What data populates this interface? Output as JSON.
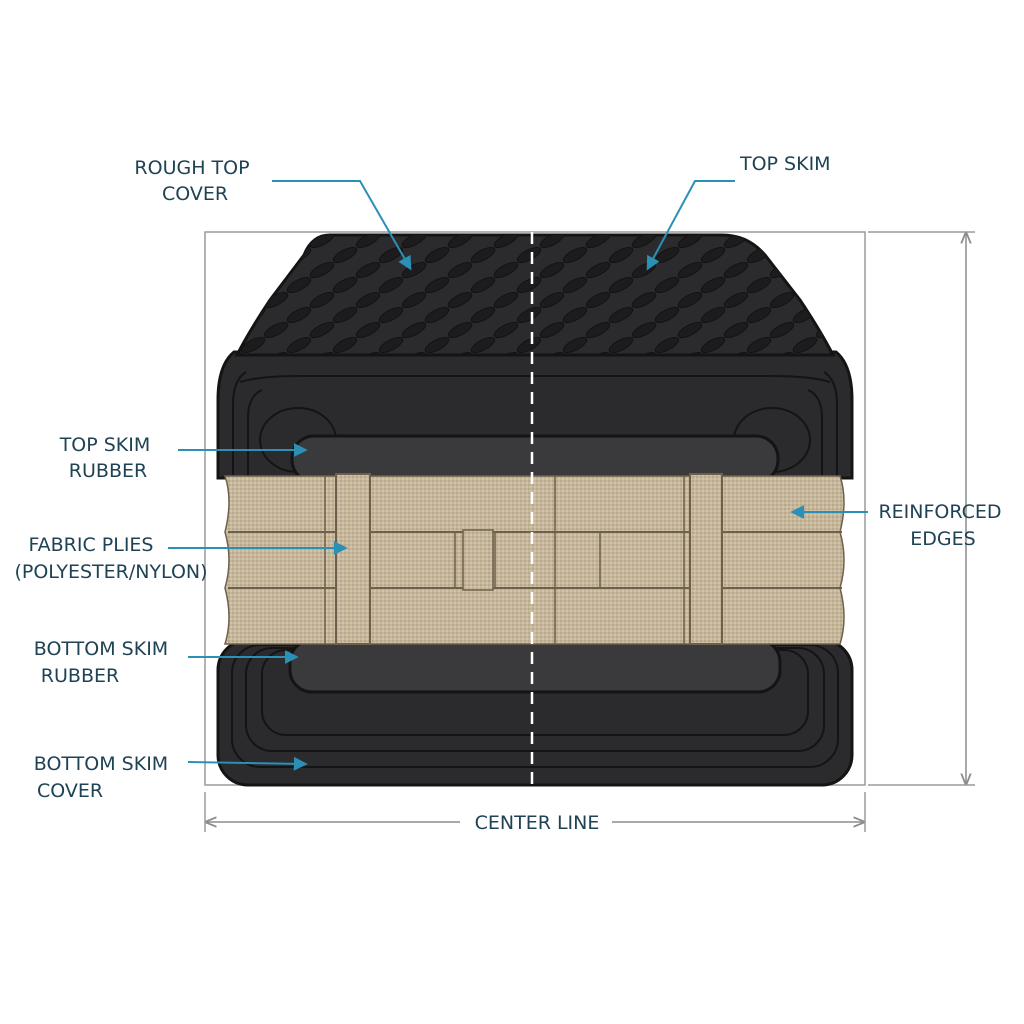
{
  "labels": {
    "rough_top_cover": [
      "ROUGH TOP",
      "COVER"
    ],
    "top_skim": [
      "TOP SKIM"
    ],
    "top_skim_rubber": [
      "TOP SKIM",
      "RUBBER"
    ],
    "fabric_plies": [
      "FABRIC PLIES",
      "(POLYESTER/NYLON)"
    ],
    "bottom_skim_rubber": [
      "BOTTOM SKIM",
      "RUBBER"
    ],
    "bottom_skim_cover": [
      "BOTTOM SKIM",
      "COVER"
    ],
    "reinforced_edges": [
      "REINFORCED",
      "EDGES"
    ],
    "center_line": [
      "CENTER LINE"
    ]
  },
  "colors": {
    "label_text": "#1f4254",
    "leader_line": "#2a90b5",
    "rubber_dark": "#2b2b2d",
    "rubber_mid": "#3a3a3d",
    "fabric": "#c6b79c",
    "fabric_seam": "#6e604a",
    "outline": "#141414",
    "dimension_line": "#8c8c8c"
  }
}
